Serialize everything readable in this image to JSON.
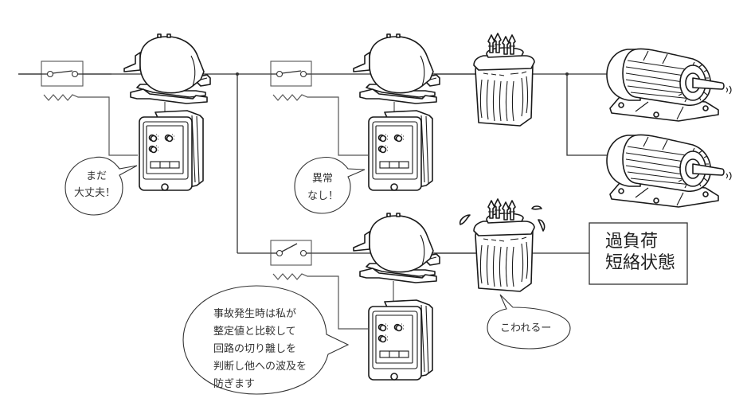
{
  "diagram": {
    "type": "protective-relay-system",
    "branches": [
      {
        "id": "branch-1",
        "breaker_state": "closed",
        "relay_status": "normal"
      },
      {
        "id": "branch-2",
        "breaker_state": "closed",
        "relay_status": "normal"
      },
      {
        "id": "branch-3",
        "breaker_state": "open",
        "relay_status": "tripped"
      }
    ],
    "loads": [
      "motor",
      "motor"
    ],
    "fault_box": {
      "lines": [
        "過負荷",
        "短絡状態"
      ]
    },
    "bubbles": {
      "relay1": [
        "まだ",
        "大丈夫！"
      ],
      "relay2": [
        "異常",
        "なし！"
      ],
      "relay3": [
        "事故発生時は私が",
        "整定値と比較して",
        "回路の切り離しを",
        "判断し他への波及を",
        "防ぎます"
      ],
      "transformer2": [
        "こわれるー"
      ]
    },
    "colors": {
      "line": "#333333",
      "background": "#ffffff"
    }
  }
}
